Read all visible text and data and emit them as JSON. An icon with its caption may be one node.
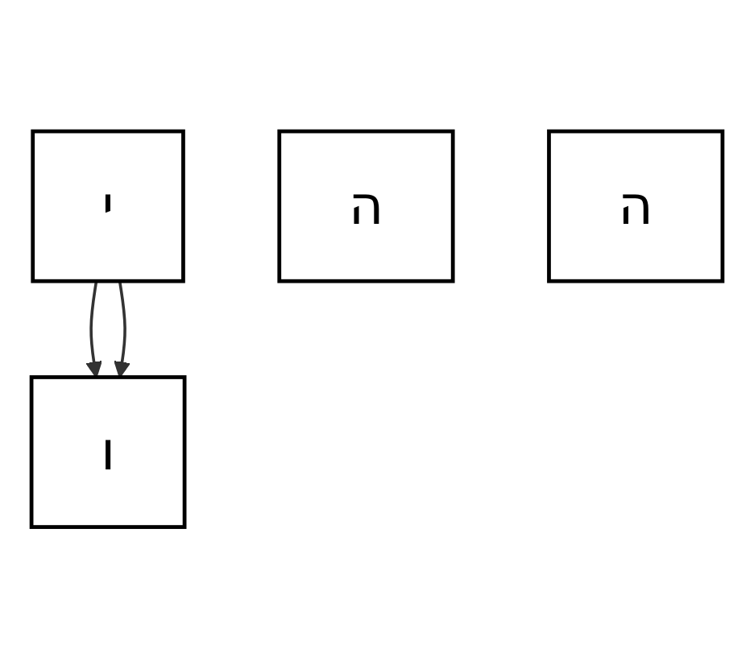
{
  "diagram": {
    "nodes": [
      {
        "text": [
          "י"
        ]
      },
      {
        "text": [
          "ה"
        ]
      },
      {
        "text": [
          "ה"
        ]
      },
      {
        "text": [
          "ו"
        ]
      }
    ],
    "edges": [
      {
        "from": 0,
        "to": 3,
        "arrow": "to"
      },
      {
        "from": 0,
        "to": 3,
        "arrow": "to"
      }
    ]
  }
}
